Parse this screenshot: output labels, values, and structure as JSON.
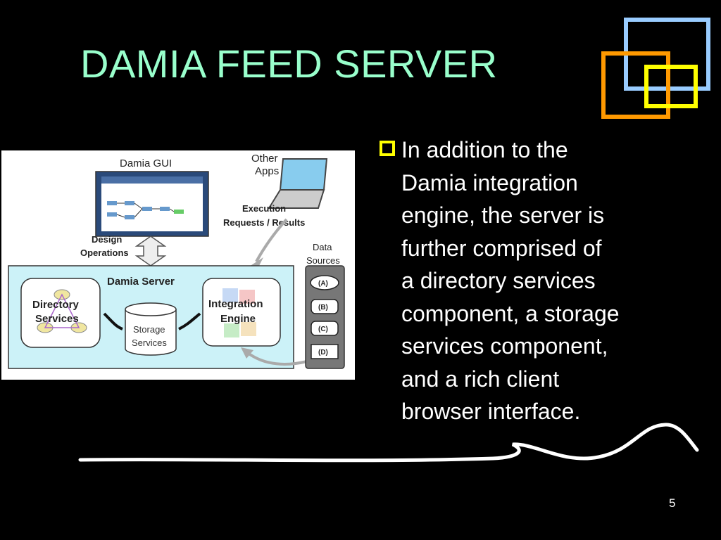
{
  "slide": {
    "title": "DAMIA FEED SERVER",
    "bullet": "In addition to the\nDamia integration\nengine, the server is\nfurther  comprised of\na directory  services\ncomponent, a storage\nservices component,\nand a rich client\nbrowser interface.",
    "page_number": "5",
    "colors": {
      "background": "#000000",
      "title": "#99ffcc",
      "text": "#ffffff",
      "bullet": "#ffff00",
      "deco_blue": "#99ccff",
      "deco_orange": "#ff9900",
      "deco_yellow": "#ffff00"
    }
  },
  "diagram": {
    "gui_label": "Damia GUI",
    "other_apps_line1": "Other",
    "other_apps_line2": "Apps",
    "execution_line1": "Execution",
    "execution_line2": "Requests / Results",
    "design_line1": "Design",
    "design_line2": "Operations",
    "server_label": "Damia Server",
    "data_sources_line1": "Data",
    "data_sources_line2": "Sources",
    "directory_line1": "Directory",
    "directory_line2": "Services",
    "storage_line1": "Storage",
    "storage_line2": "Services",
    "integration_line1": "Integration",
    "integration_line2": "Engine",
    "sources": [
      "(A)",
      "(B)",
      "(C)",
      "(D)"
    ]
  }
}
